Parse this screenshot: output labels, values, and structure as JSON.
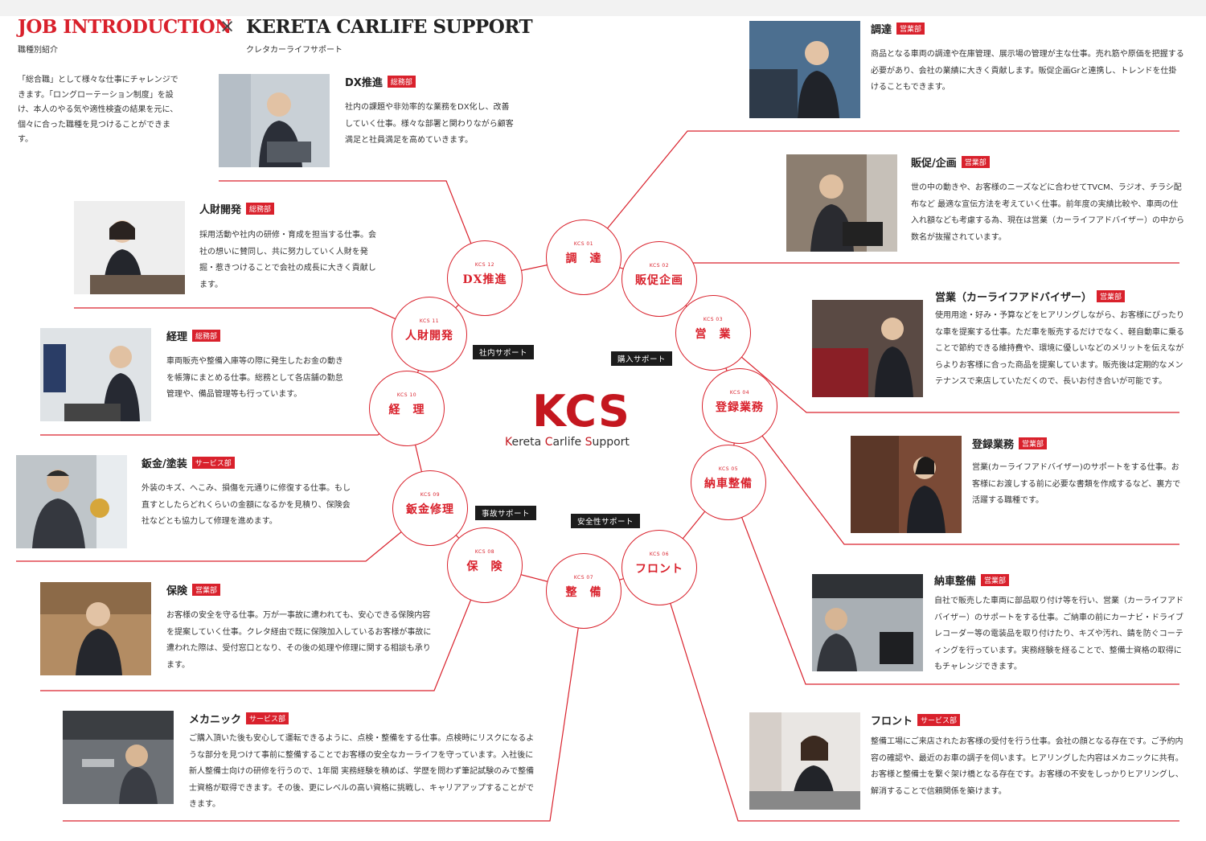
{
  "header": {
    "job_intro": "JOB INTRODUCTION",
    "times": "×",
    "company_en": "KERETA CARLIFE SUPPORT",
    "job_intro_jp": "職種別紹介",
    "company_jp": "クレタカーライフサポート",
    "intro": "「総合職」として様々な仕事にチャレンジできます。「ロングローテーション制度」を設け、本人のやる気や適性検査の結果を元に、個々に合った職種を見つけることができます。"
  },
  "center": {
    "logo": "KCS",
    "sub_k": "K",
    "sub_1": "ereta ",
    "sub_c": "C",
    "sub_2": "arlife ",
    "sub_s": "S",
    "sub_3": "upport"
  },
  "tags": [
    "社内サポート",
    "購入サポート",
    "事故サポート",
    "安全性サポート"
  ],
  "circles": [
    {
      "code": "KCS 01",
      "name": "調　達"
    },
    {
      "code": "KCS 02",
      "name": "販促企画"
    },
    {
      "code": "KCS 03",
      "name": "営　業"
    },
    {
      "code": "KCS 04",
      "name": "登録業務"
    },
    {
      "code": "KCS 05",
      "name": "納車整備"
    },
    {
      "code": "KCS 06",
      "name": "フロント"
    },
    {
      "code": "KCS 07",
      "name": "整　備"
    },
    {
      "code": "KCS 08",
      "name": "保　険"
    },
    {
      "code": "KCS 09",
      "name": "鈑金修理"
    },
    {
      "code": "KCS 10",
      "name": "経　理"
    },
    {
      "code": "KCS 11",
      "name": "人財開発"
    },
    {
      "code": "KCS 12",
      "name": "DX推進"
    }
  ],
  "jobs": {
    "dx": {
      "title": "DX推進",
      "dept": "総務部",
      "desc": "社内の課題や非効率的な業務をDX化し、改善していく仕事。様々な部署と関わりながら顧客満足と社員満足を高めていきます。"
    },
    "jinzai": {
      "title": "人財開発",
      "dept": "総務部",
      "desc": "採用活動や社内の研修・育成を担当する仕事。会社の想いに賛同し、共に努力していく人財を発掘・惹きつけることで会社の成長に大きく貢献します。"
    },
    "keiri": {
      "title": "経理",
      "dept": "総務部",
      "desc": "車両販売や整備入庫等の際に発生したお金の動きを帳簿にまとめる仕事。総務として各店舗の勤怠管理や、備品管理等も行っています。"
    },
    "bankin": {
      "title": "鈑金/塗装",
      "dept": "サービス部",
      "desc": "外装のキズ、へこみ、損傷を元通りに修復する仕事。もし直すとしたらどれくらいの金額になるかを見積り、保険会社などとも協力して修理を進めます。"
    },
    "hoken": {
      "title": "保険",
      "dept": "営業部",
      "desc": "お客様の安全を守る仕事。万が一事故に遭われても、安心できる保険内容を提案していく仕事。クレタ経由で既に保険加入しているお客様が事故に遭われた際は、受付窓口となり、その後の処理や修理に関する相談も承ります。"
    },
    "mechanic": {
      "title": "メカニック",
      "dept": "サービス部",
      "desc": "ご購入頂いた後も安心して運転できるように、点検・整備をする仕事。点検時にリスクになるような部分を見つけて事前に整備することでお客様の安全なカーライフを守っています。入社後に新人整備士向けの研修を行うので、1年間 実務経験を積めば、学歴を問わず筆記試験のみで整備士資格が取得できます。その後、更にレベルの高い資格に挑戦し、キャリアアップすることができます。"
    },
    "chotatsu": {
      "title": "調達",
      "dept": "営業部",
      "desc": "商品となる車両の調達や在庫管理、展示場の管理が主な仕事。売れ筋や原価を把握する必要があり、会社の業績に大きく貢献します。販促企画Grと連携し、トレンドを仕掛けることもできます。"
    },
    "hansoku": {
      "title": "販促/企画",
      "dept": "営業部",
      "desc": "世の中の動きや、お客様のニーズなどに合わせてTVCM、ラジオ、チラシ配布など 最適な宣伝方法を考えていく仕事。前年度の実績比較や、車両の仕入れ額なども考慮する為、現在は営業（カーライフアドバイザー）の中から数名が抜擢されています。"
    },
    "eigyo": {
      "title": "営業（カーライフアドバイザー）",
      "dept": "営業部",
      "desc": "使用用途・好み・予算などをヒアリングしながら、お客様にぴったりな車を提案する仕事。ただ車を販売するだけでなく、軽自動車に乗ることで節約できる維持費や、環境に優しいなどのメリットを伝えながらよりお客様に合った商品を提案しています。販売後は定期的なメンテナンスで来店していただくので、長いお付き合いが可能です。"
    },
    "toroku": {
      "title": "登録業務",
      "dept": "営業部",
      "desc": "営業(カーライフアドバイザー)のサポートをする仕事。お客様にお渡しする前に必要な書類を作成するなど、裏方で活躍する職種です。"
    },
    "nousha": {
      "title": "納車整備",
      "dept": "営業部",
      "desc": "自社で販売した車両に部品取り付け等を行い、営業（カーライフアドバイザー）のサポートをする仕事。ご納車の前にカーナビ・ドライブレコーダー等の電装品を取り付けたり、キズや汚れ、錆を防ぐコーティングを行っています。実務経験を経ることで、整備士資格の取得にもチャレンジできます。"
    },
    "front": {
      "title": "フロント",
      "dept": "サービス部",
      "desc": "整備工場にご来店されたお客様の受付を行う仕事。会社の顔となる存在です。ご予約内容の確認や、最近のお車の調子を伺います。ヒアリングした内容はメカニックに共有。お客様と整備士を繋ぐ架け橋となる存在です。お客様の不安をしっかりヒアリングし、解消することで信頼関係を築けます。"
    }
  },
  "colors": {
    "accent": "#d9212c",
    "tag_bg": "#1c1c1c"
  },
  "icons": [
    "person-photo"
  ]
}
